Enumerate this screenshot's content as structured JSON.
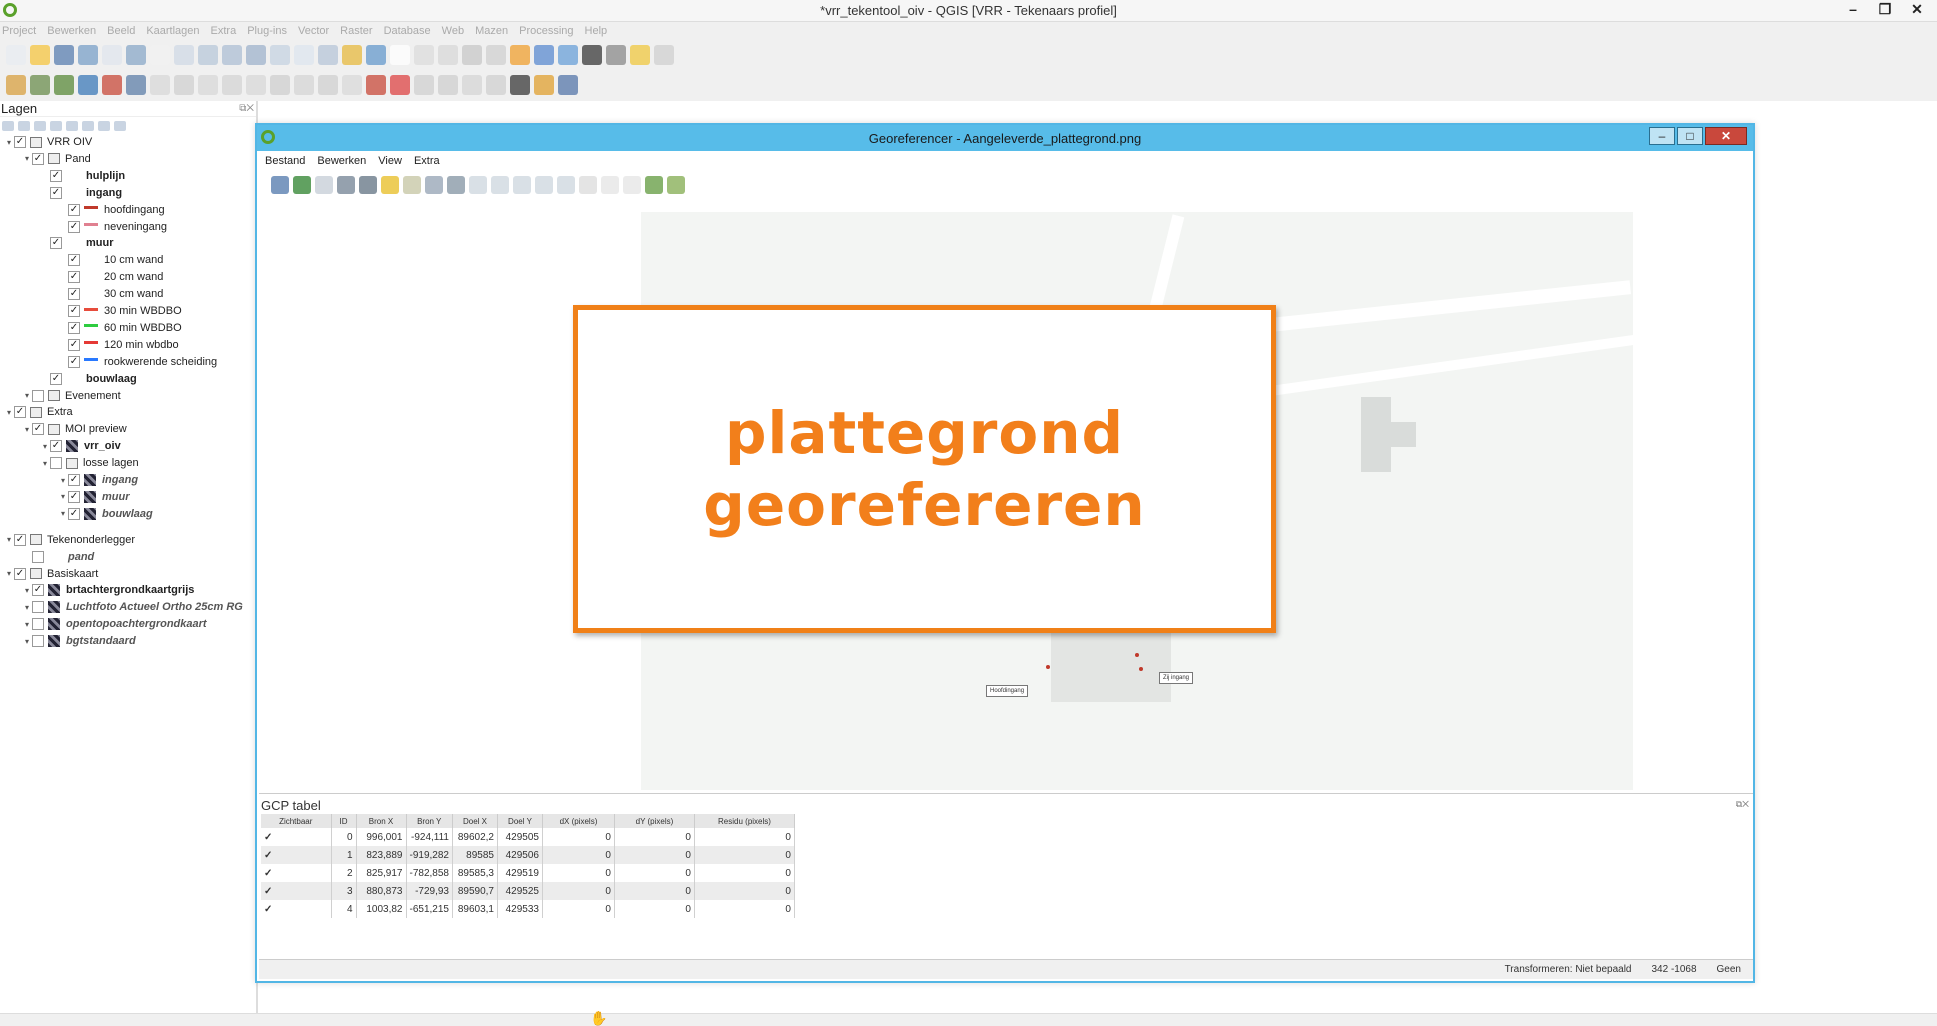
{
  "window": {
    "title": "*vrr_tekentool_oiv - QGIS [VRR - Tekenaars profiel]",
    "controls": [
      "–",
      "❐",
      "✕"
    ]
  },
  "menubar": [
    "Project",
    "Bewerken",
    "Beeld",
    "Kaartlagen",
    "Extra",
    "Plug-ins",
    "Vector",
    "Raster",
    "Database",
    "Web",
    "Mazen",
    "Processing",
    "Help"
  ],
  "layers_panel": {
    "title": "Lagen",
    "tree": [
      {
        "label": "VRR OIV",
        "style": "normal"
      },
      {
        "label": "Pand",
        "style": "normal"
      },
      {
        "label": "hulplijn",
        "style": "bold"
      },
      {
        "label": "ingang",
        "style": "bold"
      },
      {
        "label": "hoofdingang",
        "style": "normal"
      },
      {
        "label": "neveningang",
        "style": "normal"
      },
      {
        "label": "muur",
        "style": "bold"
      },
      {
        "label": "10 cm wand",
        "style": "normal"
      },
      {
        "label": "20 cm wand",
        "style": "normal"
      },
      {
        "label": "30 cm wand",
        "style": "normal"
      },
      {
        "label": "30 min WBDBO",
        "style": "normal"
      },
      {
        "label": "60 min WBDBO",
        "style": "normal"
      },
      {
        "label": "120 min wbdbo",
        "style": "normal"
      },
      {
        "label": "rookwerende scheiding",
        "style": "normal"
      },
      {
        "label": "bouwlaag",
        "style": "bold"
      },
      {
        "label": "Evenement",
        "style": "normal"
      },
      {
        "label": "Extra",
        "style": "normal"
      },
      {
        "label": "MOI preview",
        "style": "normal"
      },
      {
        "label": "vrr_oiv",
        "style": "bold"
      },
      {
        "label": "losse lagen",
        "style": "normal"
      },
      {
        "label": "ingang",
        "style": "italic"
      },
      {
        "label": "muur",
        "style": "italic"
      },
      {
        "label": "bouwlaag",
        "style": "italic"
      },
      {
        "label": "Tekenonderlegger",
        "style": "normal"
      },
      {
        "label": "pand",
        "style": "italic"
      },
      {
        "label": "Basiskaart",
        "style": "normal"
      },
      {
        "label": "brtachtergrondkaartgrijs",
        "style": "bold"
      },
      {
        "label": "Luchtfoto Actueel Ortho 25cm RG",
        "style": "italic"
      },
      {
        "label": "opentopoachtergrondkaart",
        "style": "italic"
      },
      {
        "label": "bgtstandaard",
        "style": "italic"
      }
    ]
  },
  "georeferencer": {
    "title": "Georeferencer - Aangeleverde_plattegrond.png",
    "menu": [
      "Bestand",
      "Bewerken",
      "View",
      "Extra"
    ],
    "overlay": {
      "line1": "plattegrond",
      "line2": "georefereren"
    },
    "map_labels": {
      "left": "Hoofdingang",
      "right": "Zij ingang"
    },
    "gcp": {
      "title": "GCP tabel",
      "headers": [
        "Zichtbaar",
        "ID",
        "Bron X",
        "Bron Y",
        "Doel X",
        "Doel Y",
        "dX (pixels)",
        "dY (pixels)",
        "Residu (pixels)"
      ],
      "rows": [
        [
          "✓",
          "0",
          "996,001",
          "-924,111",
          "89602,2",
          "429505",
          "0",
          "0",
          "0"
        ],
        [
          "✓",
          "1",
          "823,889",
          "-919,282",
          "89585",
          "429506",
          "0",
          "0",
          "0"
        ],
        [
          "✓",
          "2",
          "825,917",
          "-782,858",
          "89585,3",
          "429519",
          "0",
          "0",
          "0"
        ],
        [
          "✓",
          "3",
          "880,873",
          "-729,93",
          "89590,7",
          "429525",
          "0",
          "0",
          "0"
        ],
        [
          "✓",
          "4",
          "1003,82",
          "-651,215",
          "89603,1",
          "429533",
          "0",
          "0",
          "0"
        ]
      ]
    },
    "status": {
      "transform": "Transformeren: Niet bepaald",
      "coords": "342 -1068",
      "crs": "Geen"
    }
  },
  "colors": {
    "accent_orange": "#f27f1b",
    "dialog_blue": "#57bce9"
  }
}
